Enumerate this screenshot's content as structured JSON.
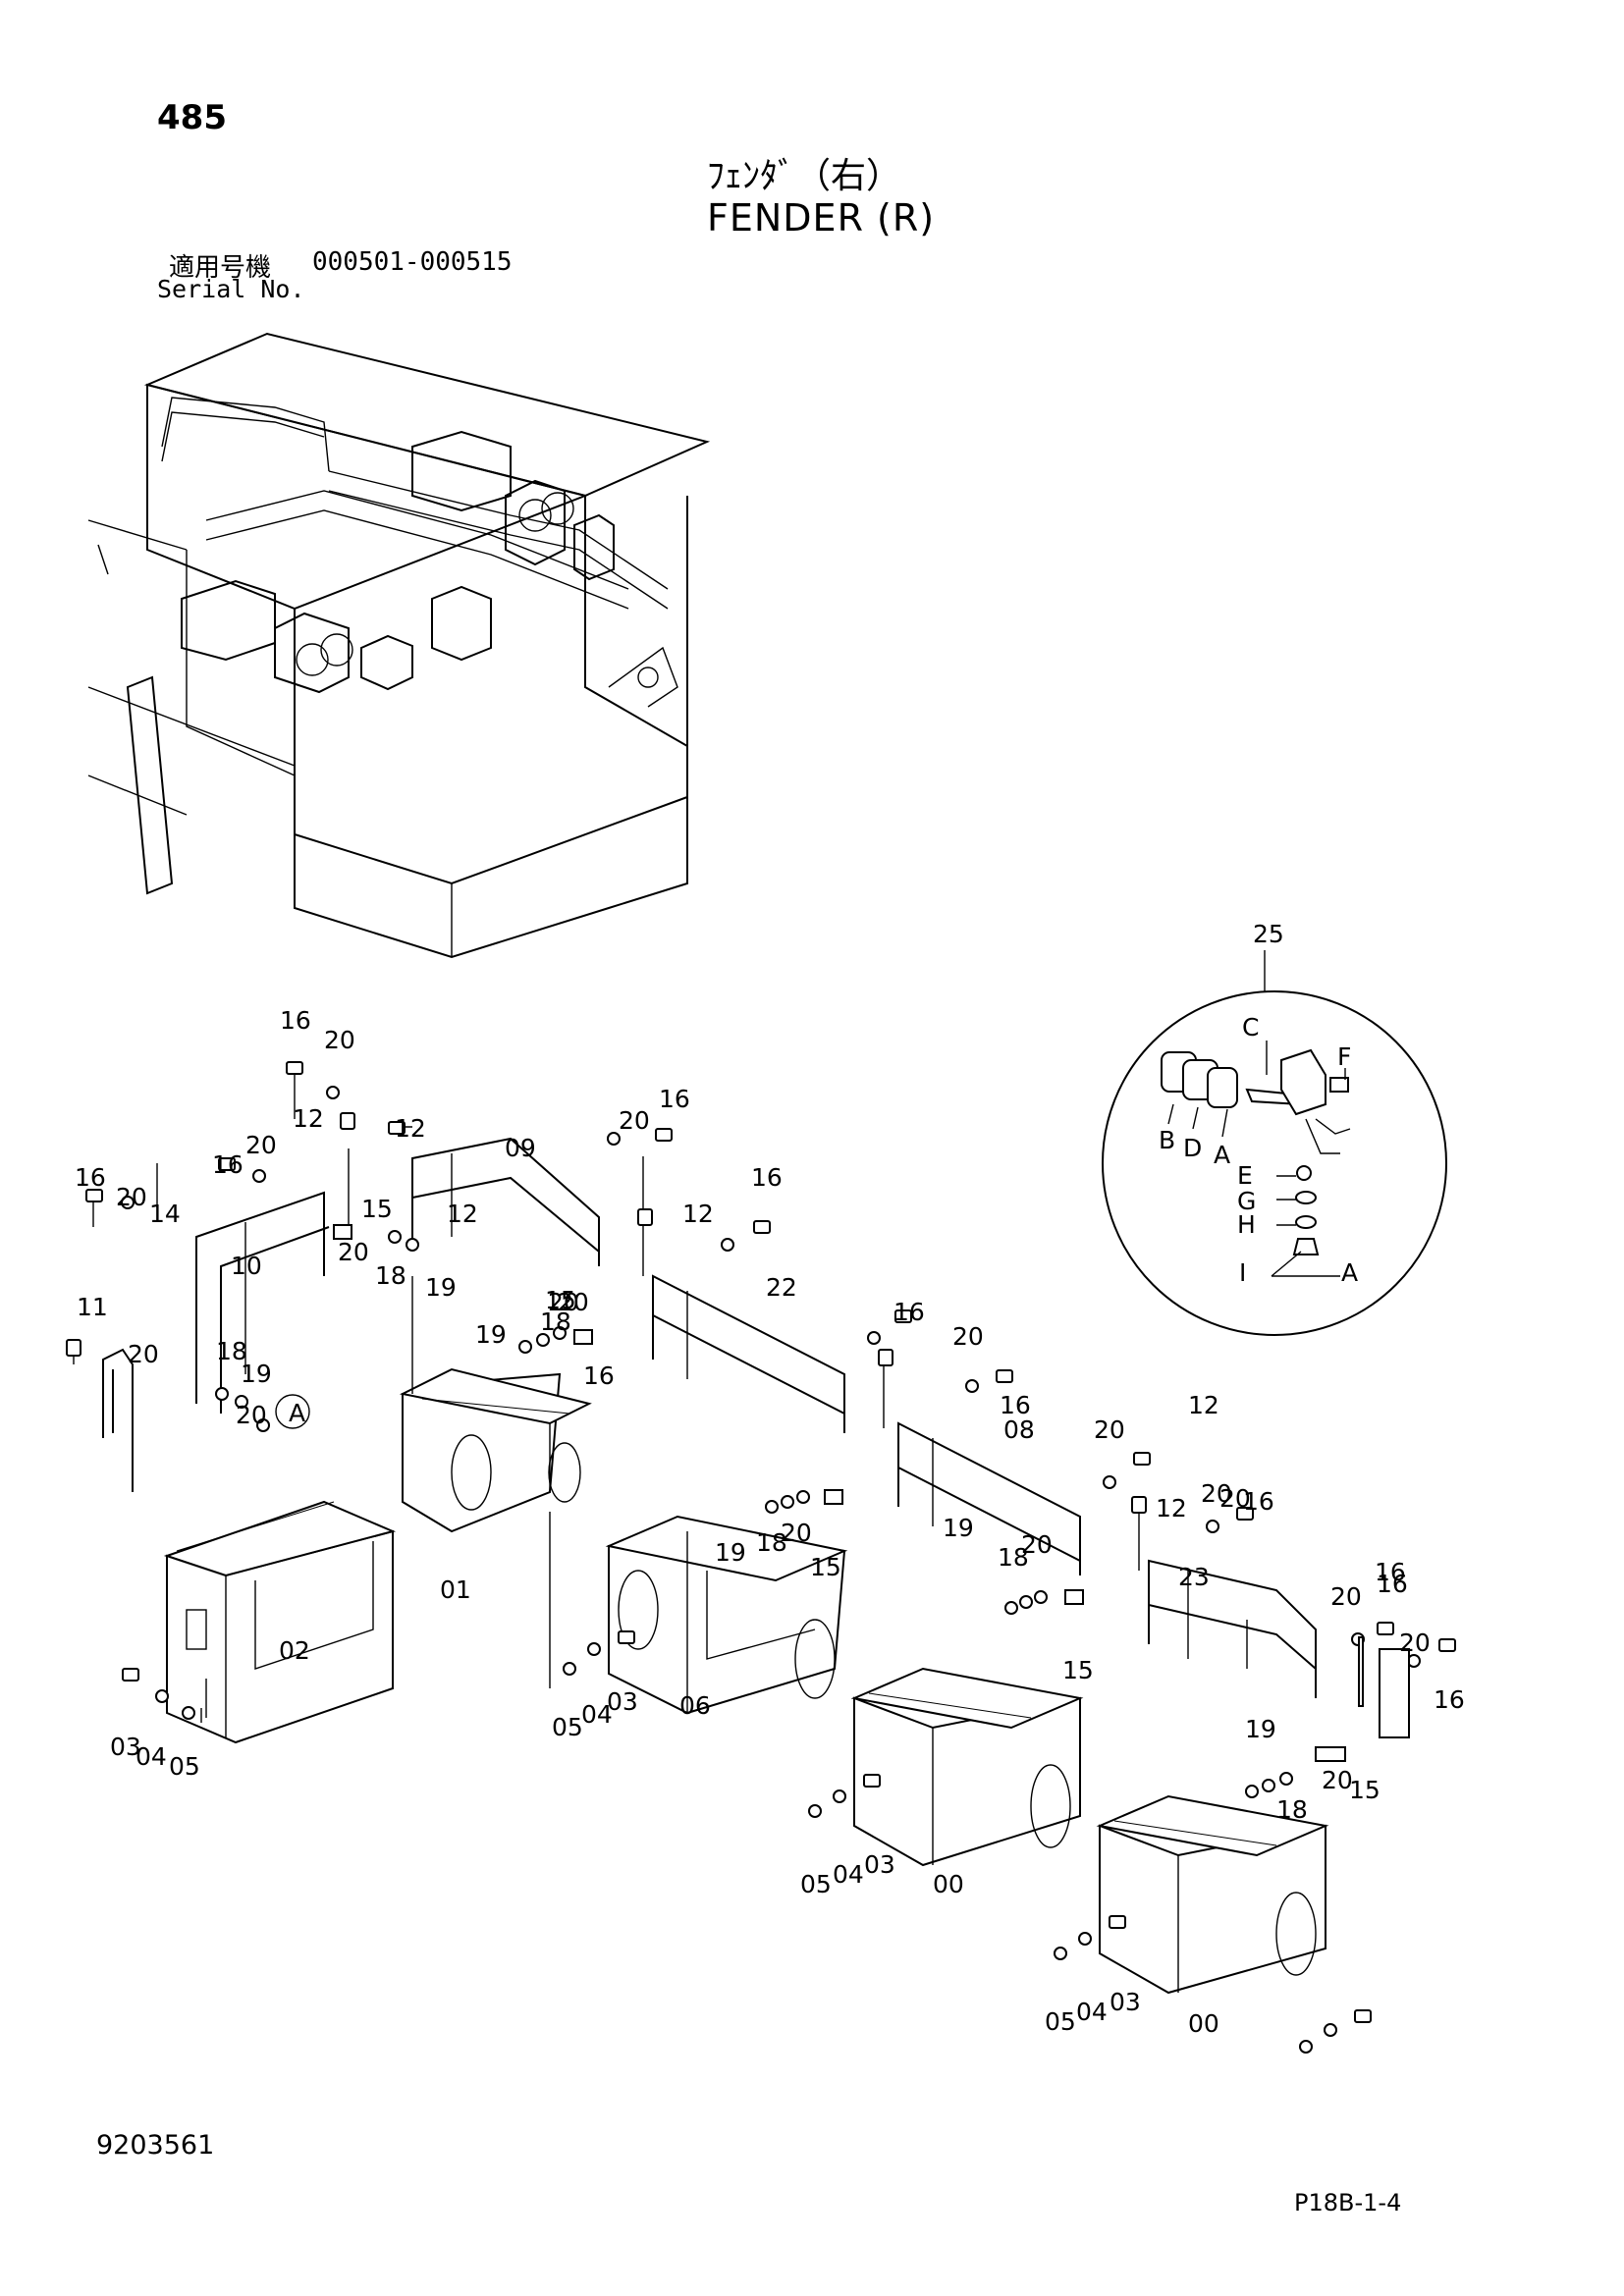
{
  "header": {
    "page_number": "485",
    "title_jp": "ﾌｪﾝﾀﾞ（右）",
    "title_en": "FENDER (R)",
    "serial_label_jp": "適用号機",
    "serial_label_en": "Serial No.",
    "serial_range": "000501-000515"
  },
  "footer": {
    "drawing_number": "9203561",
    "page_code": "P18B-1-4"
  },
  "detail": {
    "ref": "25",
    "letters": [
      "A",
      "B",
      "C",
      "D",
      "E",
      "F",
      "G",
      "H",
      "I"
    ],
    "marker": "A"
  },
  "parts": [
    "00",
    "01",
    "02",
    "03",
    "04",
    "05",
    "06",
    "08",
    "09",
    "10",
    "11",
    "12",
    "14",
    "15",
    "16",
    "18",
    "19",
    "20",
    "22",
    "23"
  ],
  "labels": [
    "16",
    "20",
    "12",
    "12",
    "16",
    "20",
    "10",
    "09",
    "20",
    "16",
    "16",
    "20",
    "14",
    "15",
    "20",
    "18",
    "19",
    "20",
    "16",
    "22",
    "12",
    "12",
    "11",
    "20",
    "18",
    "19",
    "20",
    "15",
    "19",
    "18",
    "20",
    "16",
    "A",
    "01",
    "02",
    "03",
    "04",
    "05",
    "05",
    "04",
    "03",
    "06",
    "08",
    "20",
    "16",
    "12",
    "19",
    "18",
    "20",
    "15",
    "20",
    "16",
    "23",
    "20",
    "16",
    "20",
    "16",
    "19",
    "20",
    "15",
    "18",
    "16",
    "20",
    "12",
    "00",
    "05",
    "04",
    "03",
    "00",
    "05",
    "04",
    "03",
    "20",
    "16",
    "19",
    "18",
    "20",
    "15"
  ]
}
